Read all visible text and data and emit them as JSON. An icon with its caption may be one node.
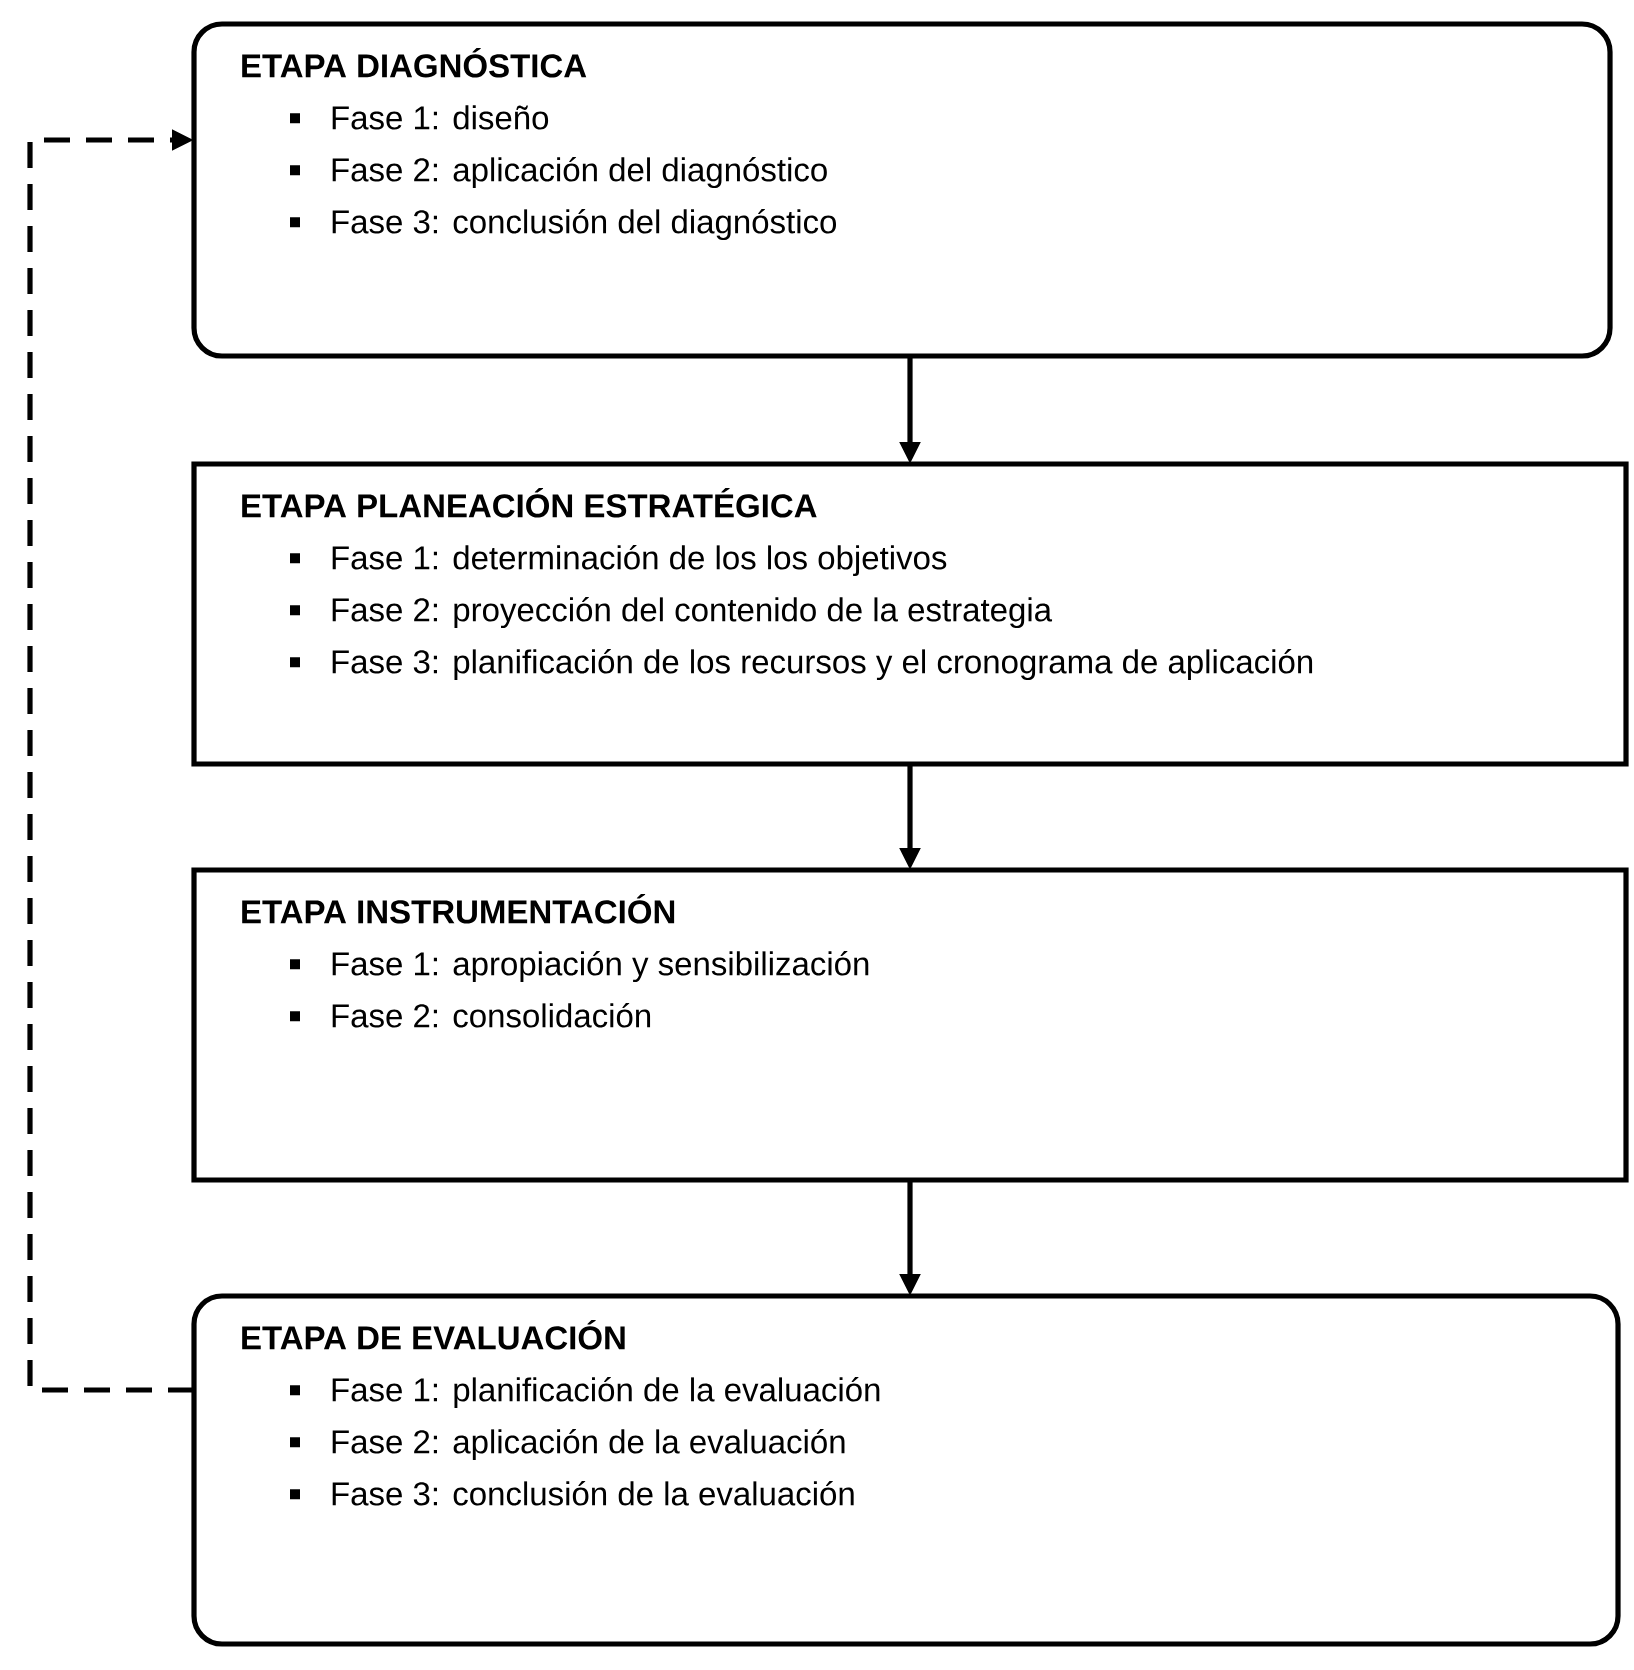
{
  "diagram": {
    "nodes": [
      {
        "text": [
          "ETAPA DIAGNÓSTICA",
          "Fase 1: diseño",
          "Fase 2: aplicación del diagnóstico",
          "Fase 3: conclusión del diagnóstico"
        ]
      },
      {
        "text": [
          "ETAPA PLANEACIÓN ESTRATÉGICA",
          "Fase 1: determinación de los los objetivos",
          "Fase 2: proyección del contenido de la estrategia",
          "Fase 3: planificación de los recursos y el cronograma de aplicación"
        ]
      },
      {
        "text": [
          "ETAPA INSTRUMENTACIÓN",
          "Fase 1: apropiación y sensibilización",
          "Fase 2: consolidación"
        ]
      },
      {
        "text": [
          "ETAPA DE EVALUACIÓN",
          "Fase 1: planificación de la evaluación",
          "Fase 2: aplicación de la evaluación",
          "Fase 3: conclusión de la evaluación"
        ]
      }
    ],
    "edges": [
      {
        "from": 0,
        "to": 1,
        "arrow": "to"
      },
      {
        "from": 1,
        "to": 2,
        "arrow": "to"
      },
      {
        "from": 2,
        "to": 3,
        "arrow": "to"
      },
      {
        "from": 3,
        "to": 0,
        "arrow": "to",
        "style": "dashed"
      }
    ]
  }
}
